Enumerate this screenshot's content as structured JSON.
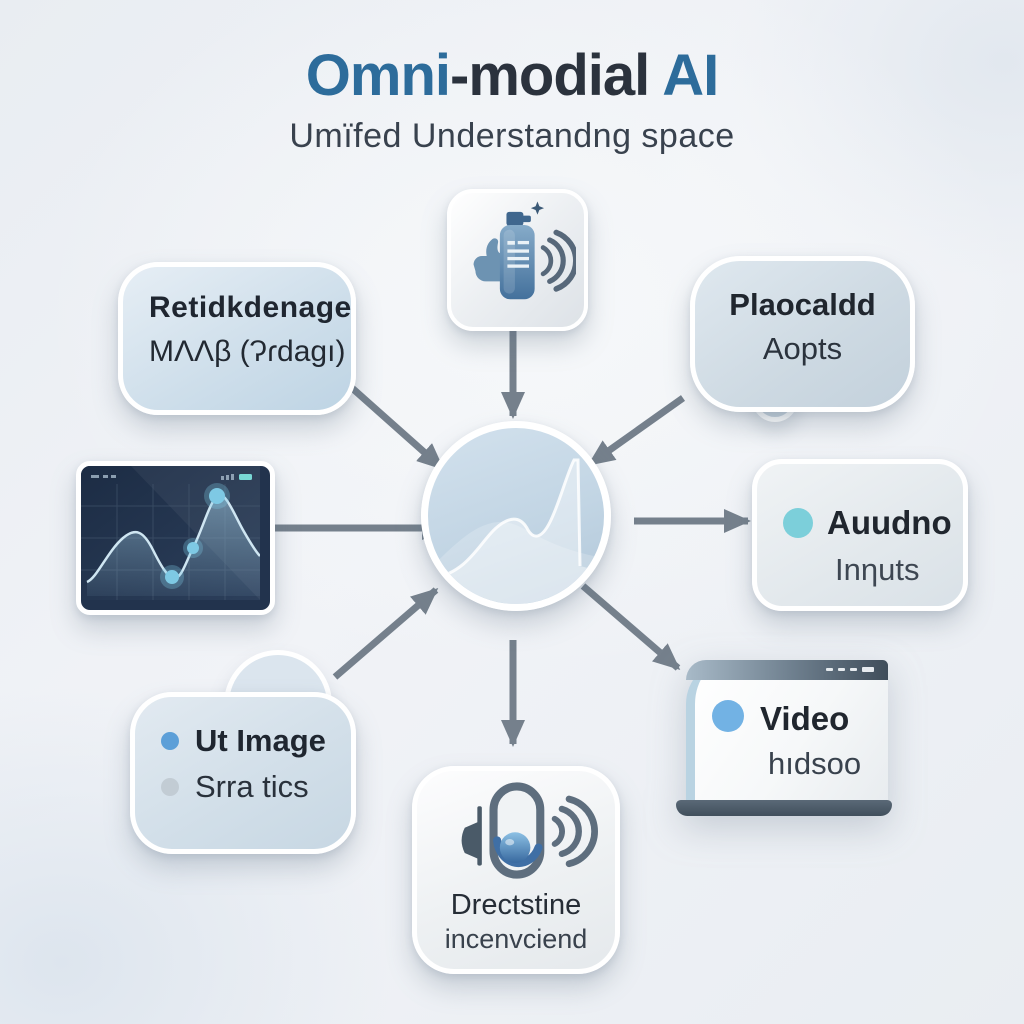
{
  "title": {
    "blue1": "Omni",
    "dark": "-modial",
    "blue2": " AI"
  },
  "subtitle": "Umïfed Understandng space",
  "center": {
    "icon": "unified-wave-circle"
  },
  "nodes": {
    "top_left": {
      "line1": "Retidkdenage",
      "line2": "ΜΛΛβ (Ɂɾdagı)"
    },
    "top_center": {
      "icon": "spray-bottle-voice-icon"
    },
    "top_right": {
      "line1": "Plaocaldd",
      "line2": "Aopts"
    },
    "left_chart": {
      "icon": "line-chart-screen"
    },
    "right": {
      "line1": "Auudno",
      "line2": "Inηuts"
    },
    "bottom_left": {
      "items": [
        {
          "label": "Ut Image"
        },
        {
          "label": "Srra tics"
        }
      ]
    },
    "bottom_center": {
      "icon": "capsule-voice-icon",
      "line1": "Drectstine",
      "line2": "incenvciend"
    },
    "bottom_right": {
      "line1": "Video",
      "line2": "hıdsoo"
    }
  },
  "arrows": [
    {
      "from": "top-left-bubble",
      "to": "center"
    },
    {
      "from": "top-center-tile",
      "to": "center"
    },
    {
      "from": "top-right-bubble",
      "to": "center"
    },
    {
      "from": "left-chart-tile",
      "to": "center"
    },
    {
      "from": "center",
      "to": "right-card"
    },
    {
      "from": "bottom-left-bubble",
      "to": "center"
    },
    {
      "from": "center",
      "to": "bottom-center-tile"
    },
    {
      "from": "center",
      "to": "bottom-right-window"
    }
  ],
  "colors": {
    "title_blue": "#2d6c9b",
    "title_dark": "#2b323d",
    "arrow_gray": "#75808c",
    "bubble_fill": "#cfdeea",
    "center_circle": "#c3d6e5",
    "teal_bullet": "#7ccfda",
    "blue_bullet": "#5c9fd8",
    "muted_bullet": "#c2ccd4",
    "video_bullet": "#72b2e4",
    "chart_screen_bg": "#22334d",
    "chart_dot_teal": "#7ec9e4"
  }
}
